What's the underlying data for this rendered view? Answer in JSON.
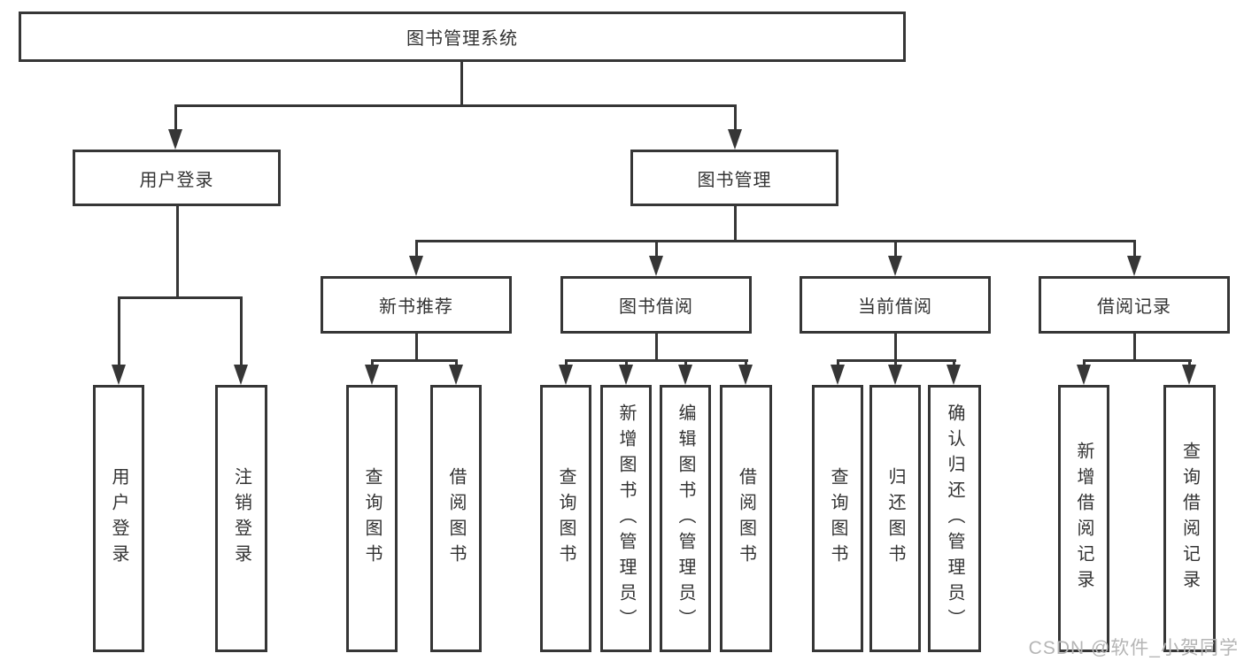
{
  "diagram": {
    "root": {
      "label": "图书管理系统",
      "children": [
        {
          "label": "用户登录",
          "children": [
            {
              "label": "用户登录"
            },
            {
              "label": "注销登录"
            }
          ]
        },
        {
          "label": "图书管理",
          "children": [
            {
              "label": "新书推荐",
              "children": [
                {
                  "label": "查询图书"
                },
                {
                  "label": "借阅图书"
                }
              ]
            },
            {
              "label": "图书借阅",
              "children": [
                {
                  "label": "查询图书"
                },
                {
                  "label": "新增图书（管理员）"
                },
                {
                  "label": "编辑图书（管理员）"
                },
                {
                  "label": "借阅图书"
                }
              ]
            },
            {
              "label": "当前借阅",
              "children": [
                {
                  "label": "查询图书"
                },
                {
                  "label": "归还图书"
                },
                {
                  "label": "确认归还（管理员）"
                }
              ]
            },
            {
              "label": "借阅记录",
              "children": [
                {
                  "label": "新增借阅记录"
                },
                {
                  "label": "查询借阅记录"
                }
              ]
            }
          ]
        }
      ]
    }
  },
  "watermark": "CSDN @软件_小贺同学",
  "colors": {
    "line": "#363636",
    "text": "#333333",
    "background": "#ffffff",
    "watermark": "#b5b5b5"
  }
}
